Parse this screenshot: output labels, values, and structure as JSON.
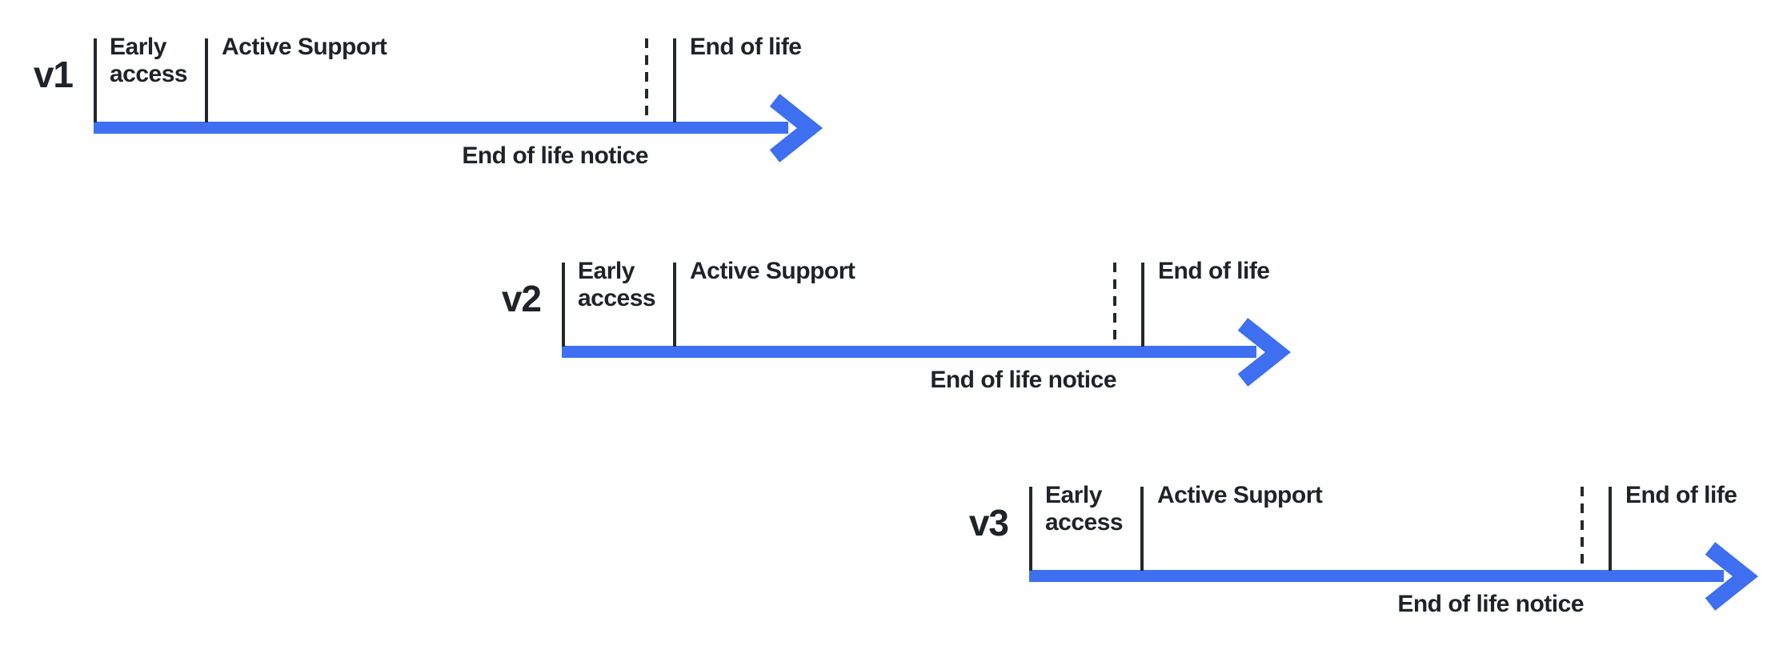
{
  "diagram": {
    "colors": {
      "arrow": "#3d6ff0",
      "text": "#1f2328",
      "line": "#24282d"
    },
    "versions": [
      {
        "name": "v1",
        "early_access": "Early access",
        "active_support": "Active Support",
        "end_of_life": "End of life",
        "eol_notice": "End of life notice"
      },
      {
        "name": "v2",
        "early_access": "Early access",
        "active_support": "Active Support",
        "end_of_life": "End of life",
        "eol_notice": "End of life notice"
      },
      {
        "name": "v3",
        "early_access": "Early access",
        "active_support": "Active Support",
        "end_of_life": "End of life",
        "eol_notice": "End of life notice"
      }
    ]
  }
}
